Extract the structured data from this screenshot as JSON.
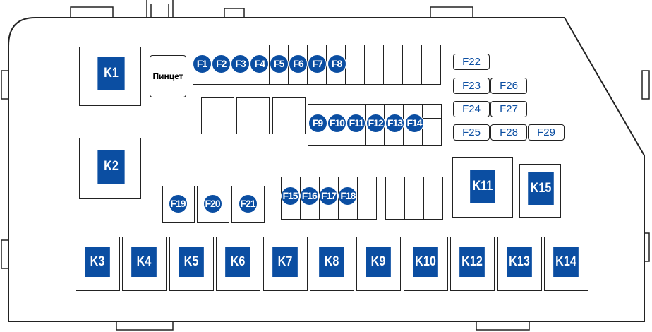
{
  "title": "Fuse box diagram",
  "colors": {
    "accent": "#0b4ea2",
    "outline": "#222222"
  },
  "tweezer_label": "Пинцет",
  "relays": [
    "K1",
    "K2",
    "K3",
    "K4",
    "K5",
    "K6",
    "K7",
    "K8",
    "K9",
    "K10",
    "K11",
    "K12",
    "K13",
    "K14",
    "K15"
  ],
  "fuses_round": [
    "F1",
    "F2",
    "F3",
    "F4",
    "F5",
    "F6",
    "F7",
    "F8",
    "F9",
    "F10",
    "F11",
    "F12",
    "F13",
    "F14",
    "F15",
    "F16",
    "F17",
    "F18",
    "F19",
    "F20",
    "F21"
  ],
  "fuses_rect": [
    "F22",
    "F23",
    "F24",
    "F25",
    "F26",
    "F27",
    "F28",
    "F29"
  ]
}
